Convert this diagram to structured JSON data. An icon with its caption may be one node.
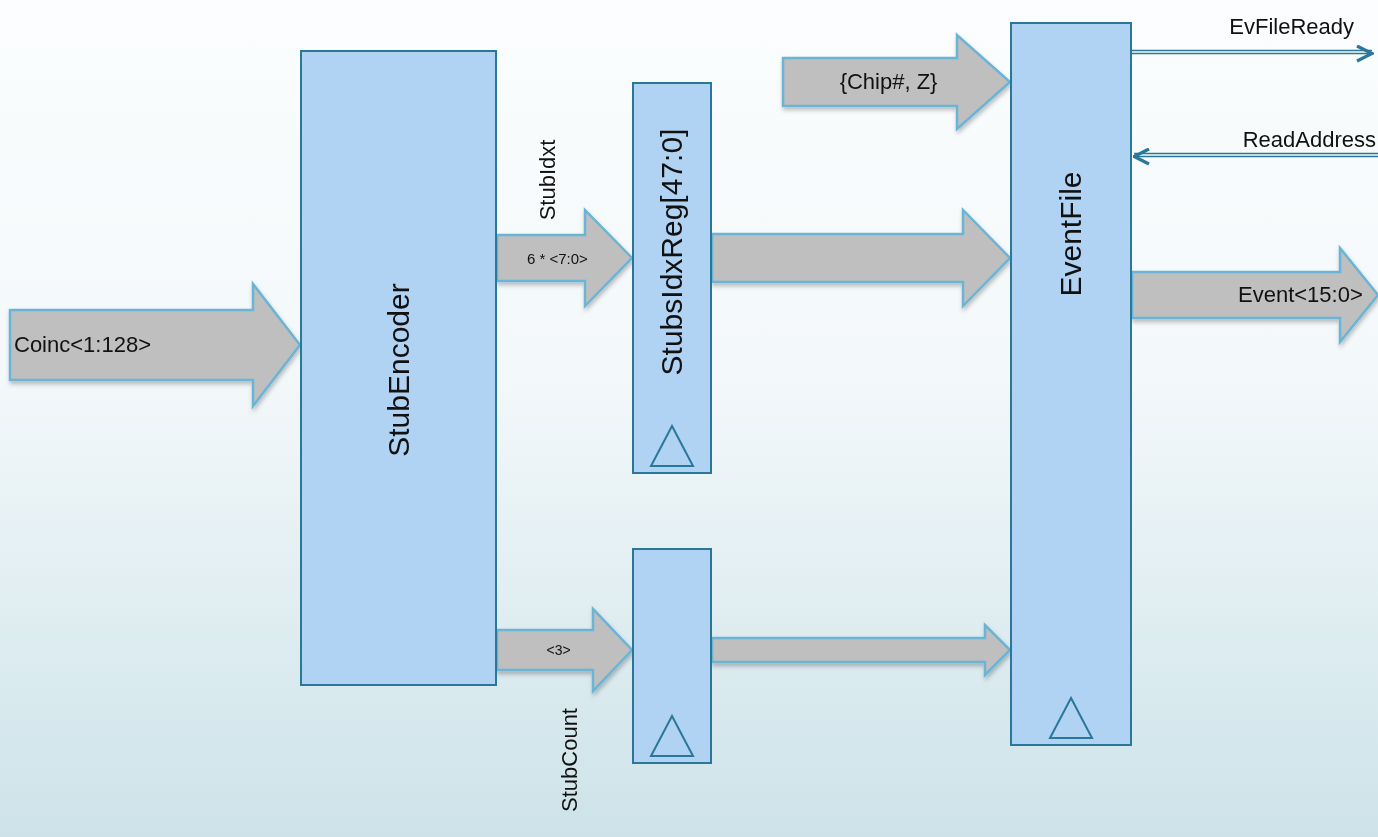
{
  "diagram": {
    "nodes": [
      {
        "text": [
          "StubEncoder"
        ]
      },
      {
        "text": [
          "StubsIdxReg[47:0]"
        ]
      },
      {
        "text": [],
        "shape": "box"
      },
      {
        "text": [
          "EventFile"
        ]
      }
    ],
    "edges": [
      {
        "from": null,
        "to": 0,
        "arrow": "to",
        "label": "Coinc<1:128>",
        "style": "thick"
      },
      {
        "from": 0,
        "to": 1,
        "arrow": "to",
        "label": "6 * <7:0>",
        "style": "thick"
      },
      {
        "from": null,
        "to": 3,
        "arrow": "to",
        "label": "{Chip#, Z}",
        "style": "thick"
      },
      {
        "from": 1,
        "to": 3,
        "arrow": "to",
        "style": "thick"
      },
      {
        "from": 0,
        "to": 2,
        "arrow": "to",
        "label": "<3>",
        "style": "thick"
      },
      {
        "from": 2,
        "to": 3,
        "arrow": "to",
        "style": "thick"
      },
      {
        "from": 3,
        "to": null,
        "arrow": "to",
        "label": "EvFileReady"
      },
      {
        "from": null,
        "to": 3,
        "arrow": "to",
        "label": "ReadAddress"
      },
      {
        "from": 3,
        "to": null,
        "arrow": "to",
        "label": "Event<15:0>",
        "style": "thick"
      }
    ],
    "labels": [
      "StubIdxt",
      "StubCount"
    ]
  }
}
